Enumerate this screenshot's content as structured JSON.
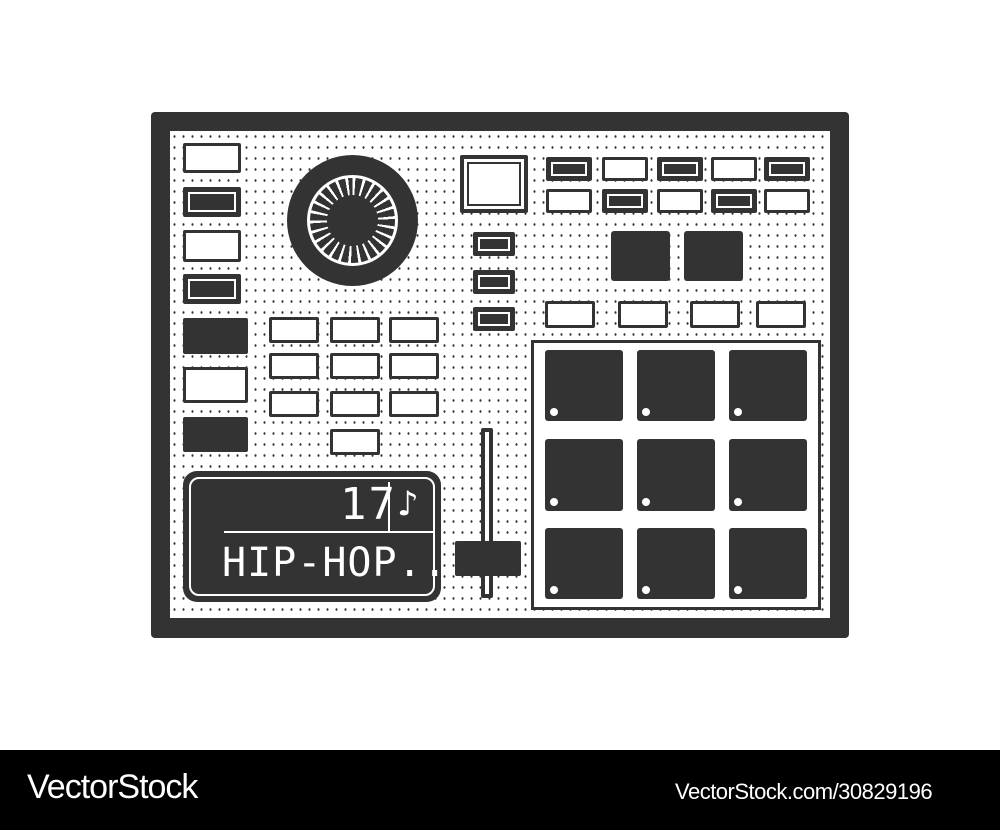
{
  "device": {
    "name": "drum-machine-sampler",
    "display": {
      "number": "17",
      "icon": "music-note-icon",
      "icon_glyph": "♪",
      "text": "HIP-HOP..!"
    },
    "left_column_buttons": [
      {
        "style": "light"
      },
      {
        "style": "dark"
      },
      {
        "style": "light"
      },
      {
        "style": "dark"
      },
      {
        "style": "solid"
      },
      {
        "style": "light"
      },
      {
        "style": "solid"
      }
    ],
    "knob": {
      "label": "main-dial"
    },
    "button_grid_rows": 4,
    "side_buttons": 3,
    "top_right_row1": [
      "dark",
      "light",
      "dark",
      "light",
      "dark"
    ],
    "top_right_row2": [
      "light",
      "dark",
      "light",
      "dark",
      "light"
    ],
    "pads": 9,
    "fader": {
      "label": "volume-fader"
    }
  },
  "colors": {
    "ink": "#333333",
    "paper": "#ffffff",
    "footer": "#000000"
  },
  "footer": {
    "brand": "VectorStock",
    "url": "VectorStock.com/30829196"
  }
}
